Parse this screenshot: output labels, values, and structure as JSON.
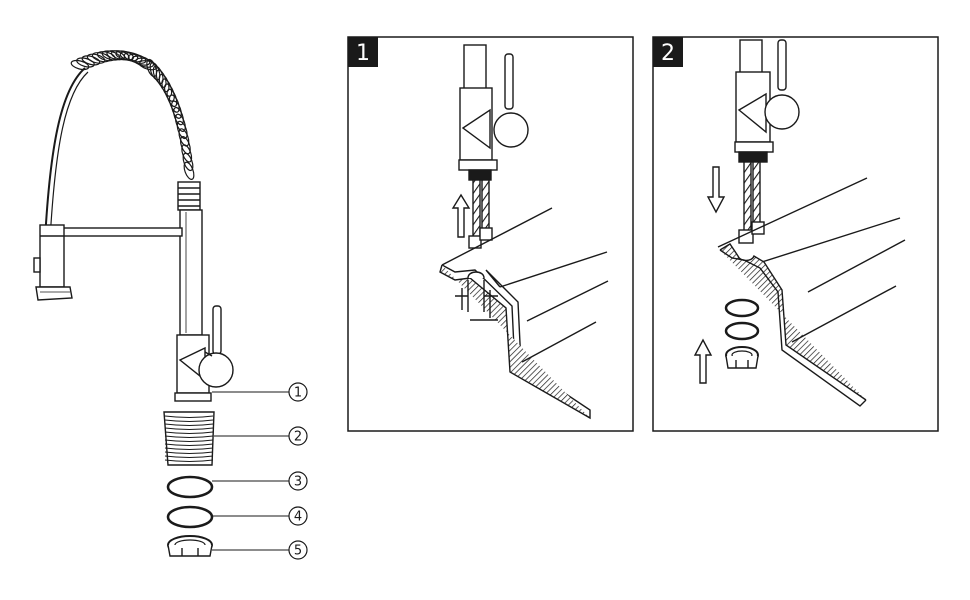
{
  "figure": {
    "callouts": [
      {
        "number": "1",
        "part": "faucet-base"
      },
      {
        "number": "2",
        "part": "threaded-shank"
      },
      {
        "number": "3",
        "part": "rubber-washer"
      },
      {
        "number": "4",
        "part": "metal-washer"
      },
      {
        "number": "5",
        "part": "mounting-nut"
      }
    ],
    "steps": [
      {
        "label": "1",
        "action": "insert-hoses-up-through-sink-hole"
      },
      {
        "label": "2",
        "action": "secure-with-washers-and-nut-from-below"
      }
    ],
    "colors": {
      "ink": "#1a1a1a",
      "label_box": "#1a1a1a",
      "label_text": "#ffffff",
      "background": "#ffffff"
    }
  }
}
